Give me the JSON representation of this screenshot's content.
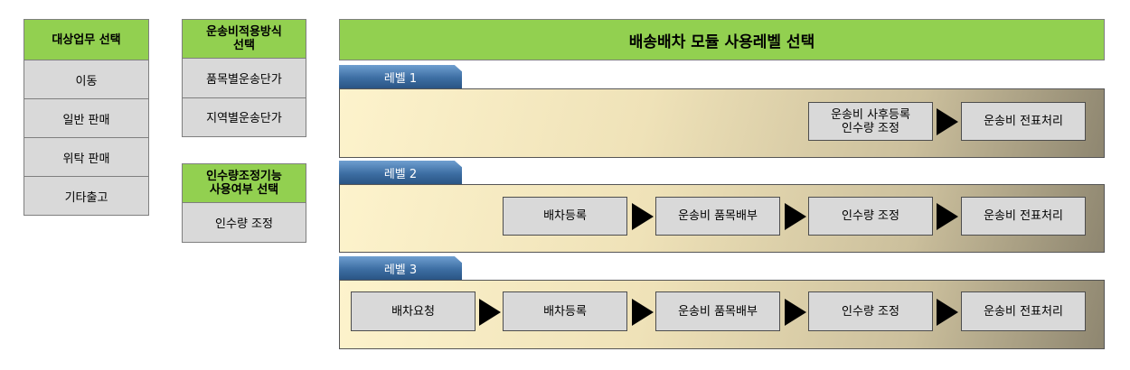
{
  "left_panels": {
    "target_work": {
      "title": "대상업무 선택",
      "items": [
        "이동",
        "일반 판매",
        "위탁 판매",
        "기타출고"
      ]
    },
    "freight_method": {
      "title_line1": "운송비적용방식",
      "title_line2": "선택",
      "items": [
        "품목별운송단가",
        "지역별운송단가"
      ]
    },
    "adjustment": {
      "title_line1": "인수량조정기능",
      "title_line2": "사용여부 선택",
      "items": [
        "인수량 조정"
      ]
    }
  },
  "main": {
    "title": "배송배차 모듈 사용레벨 선택",
    "levels": [
      {
        "label": "레벨 1",
        "steps": [
          {
            "line1": "운송비 사후등록",
            "line2": "인수량 조정"
          },
          {
            "line1": "운송비 전표처리",
            "line2": ""
          }
        ]
      },
      {
        "label": "레벨 2",
        "steps": [
          {
            "line1": "배차등록",
            "line2": ""
          },
          {
            "line1": "운송비 품목배부",
            "line2": ""
          },
          {
            "line1": "인수량 조정",
            "line2": ""
          },
          {
            "line1": "운송비 전표처리",
            "line2": ""
          }
        ]
      },
      {
        "label": "레벨 3",
        "steps": [
          {
            "line1": "배차요청",
            "line2": ""
          },
          {
            "line1": "배차등록",
            "line2": ""
          },
          {
            "line1": "운송비 품목배부",
            "line2": ""
          },
          {
            "line1": "인수량 조정",
            "line2": ""
          },
          {
            "line1": "운송비 전표처리",
            "line2": ""
          }
        ]
      }
    ]
  },
  "colors": {
    "header_green": "#92d050",
    "cell_gray": "#d9d9d9",
    "tab_blue": "#3d6ea3"
  }
}
